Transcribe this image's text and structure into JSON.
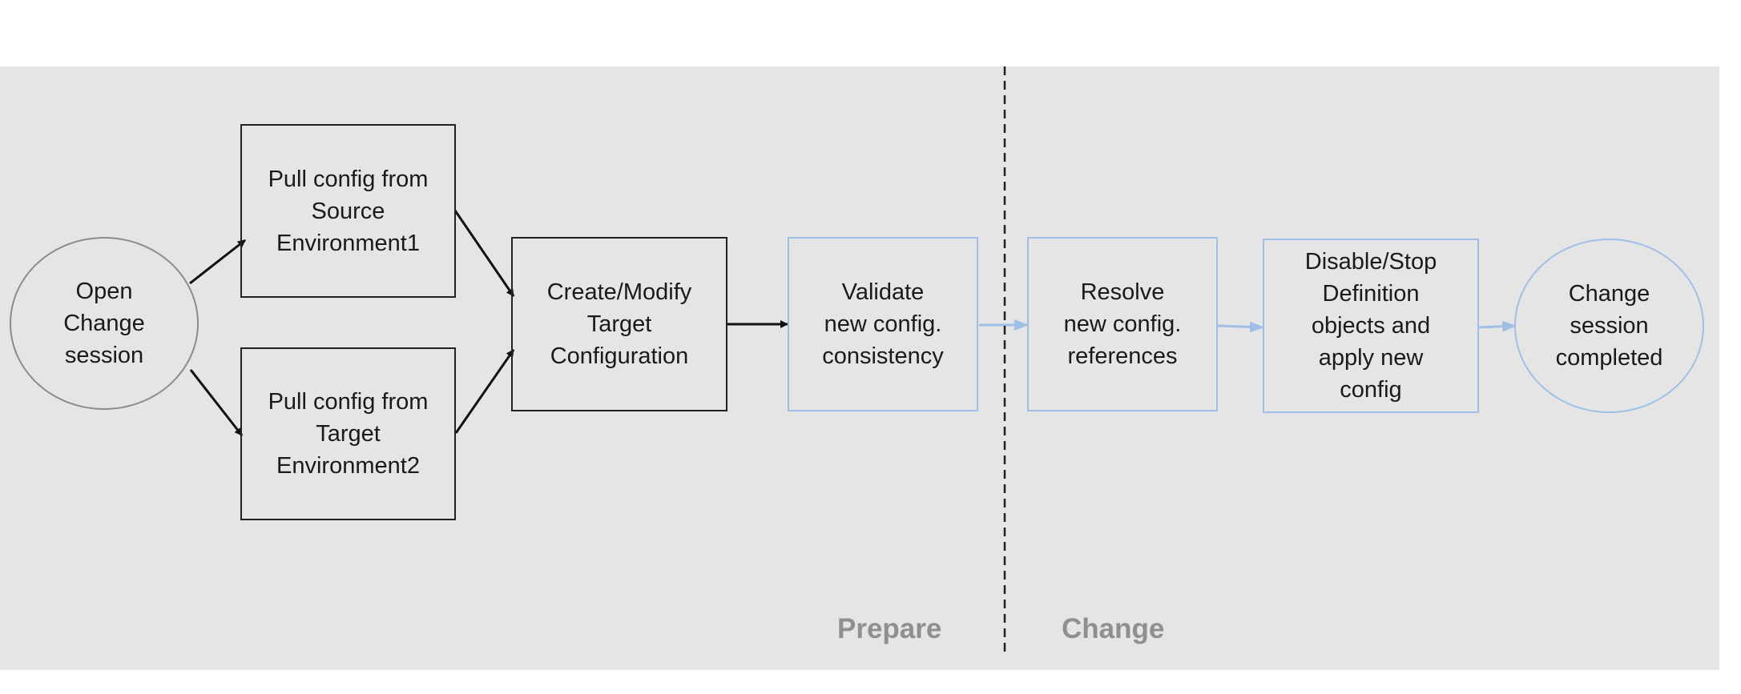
{
  "nodes": {
    "open_change_session": "Open\nChange\nsession",
    "pull_source": "Pull config from\nSource\nEnvironment1",
    "pull_target": "Pull config from\nTarget\nEnvironment2",
    "create_modify": "Create/Modify\nTarget\nConfiguration",
    "validate": "Validate\nnew config.\nconsistency",
    "resolve": "Resolve\nnew config.\nreferences",
    "disable_stop": "Disable/Stop\nDefinition\nobjects and\napply new\nconfig",
    "change_completed": "Change\nsession\ncompleted"
  },
  "phases": {
    "prepare": "Prepare",
    "change": "Change"
  },
  "colors": {
    "background": "#ffffff",
    "panel": "#e5e5e5",
    "dark_stroke": "#222222",
    "blue_stroke": "#9fbfe6",
    "gray_circle": "#8c8c8c",
    "phase_label": "#8f8f8f"
  }
}
